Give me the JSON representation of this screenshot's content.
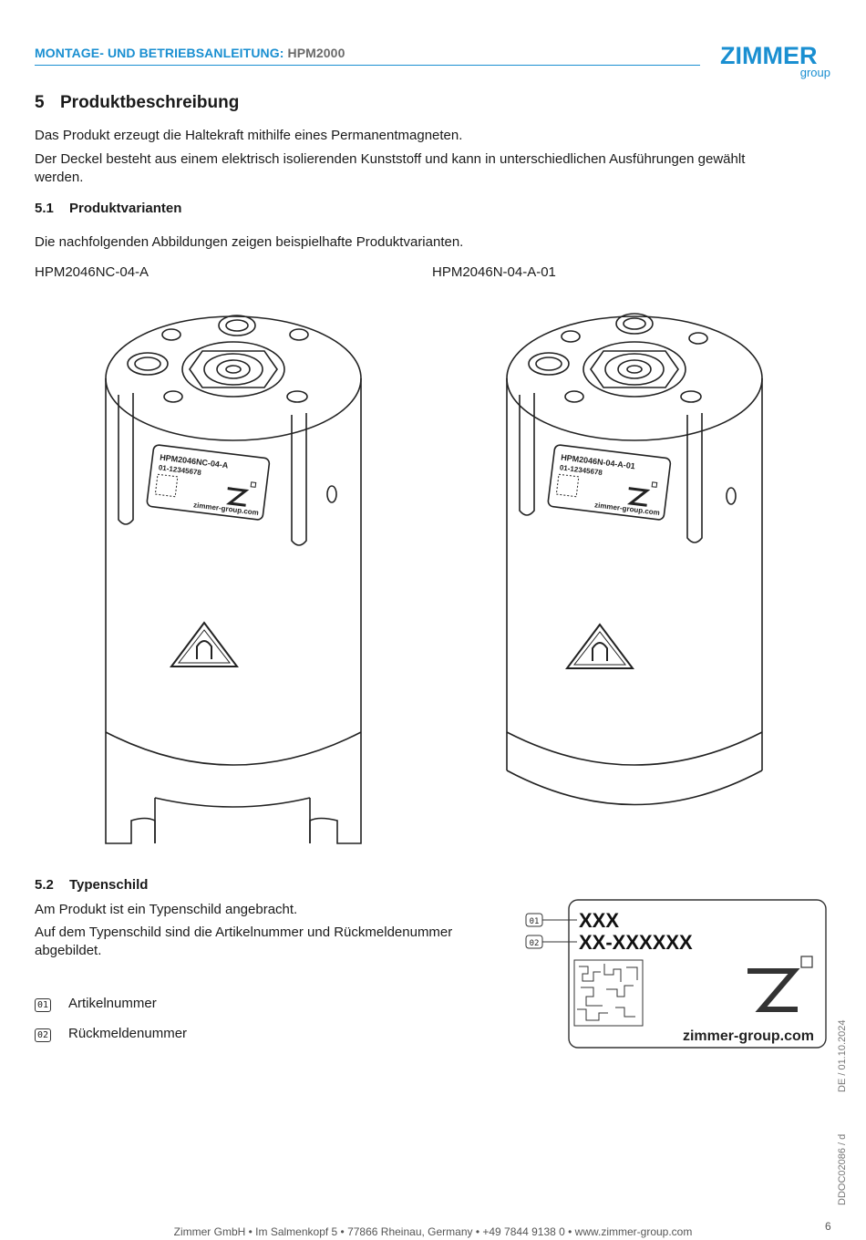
{
  "header": {
    "title": "MONTAGE- UND BETRIEBSANLEITUNG:",
    "doc": "HPM2000",
    "logo_word": "ZIMMER",
    "logo_sub": "group",
    "accent": "#1a8fd1"
  },
  "section": {
    "num": "5",
    "title": "Produktbeschreibung",
    "p1": "Das Produkt erzeugt die Haltekraft mithilfe eines Permanentmagneten.",
    "p2": "Der Deckel besteht aus einem elektrisch isolierenden Kunststoff und kann in unterschiedlichen Ausführungen gewählt",
    "p2b": "werden."
  },
  "variants": {
    "num": "5.1",
    "title": "Produktvarianten",
    "intro": "Die nachfolgenden Abbildungen zeigen beispielhafte Produktvarianten.",
    "left_caption": "HPM2046NC-04-A",
    "right_caption": "HPM2046N-04-A-01",
    "left_label_l1": "HPM2046NC-04-A",
    "left_label_l2": "01-12345678",
    "right_label_l1": "HPM2046N-04-A-01",
    "right_label_l2": "01-12345678",
    "label_url": "zimmer-group.com"
  },
  "typenschild": {
    "num": "5.2",
    "title": "Typenschild",
    "p1": "Am Produkt ist ein Typenschild angebracht.",
    "p2": "Auf dem Typenschild sind die Artikelnummer und Rückmeldenummer",
    "p2b": "abgebildet.",
    "plate_line1": "XXX",
    "plate_line2": "XX-XXXXXX",
    "plate_url": "zimmer-group.com",
    "callout1": "01",
    "callout2": "02"
  },
  "legend": [
    {
      "num": "01",
      "label": "Artikelnummer"
    },
    {
      "num": "02",
      "label": "Rückmeldenummer"
    }
  ],
  "sidebar": {
    "date": "DE / 01.10.2024",
    "docid": "DDOC02086 / d"
  },
  "footer": {
    "text": "Zimmer GmbH  •  Im Salmenkopf 5  •  77866 Rheinau, Germany  •  +49 7844 9138 0  •  www.zimmer-group.com",
    "page": "6"
  }
}
